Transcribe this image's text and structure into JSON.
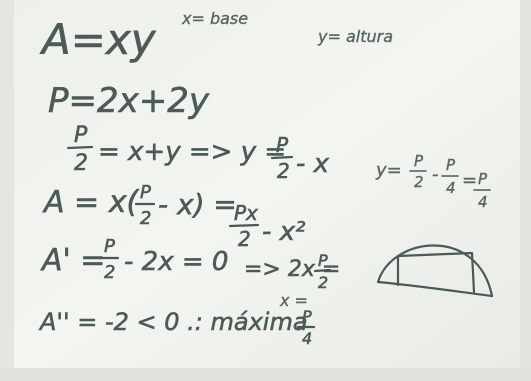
{
  "board": {
    "line1": {
      "eq": "A=xy",
      "note_x": "x= base",
      "note_y": "y= altura"
    },
    "line2": {
      "eq": "P=2x+2y"
    },
    "line3": {
      "num": "P",
      "den": "2",
      "rest": "= x+y => y =",
      "num2": "P",
      "den2": "2",
      "tail": "- x"
    },
    "line4": {
      "lead": "A = x(",
      "num": "P",
      "den": "2",
      "mid": "- x) =",
      "num2": "Px",
      "den2": "2",
      "tail": "- x²"
    },
    "line5": {
      "lead": "A' =",
      "num": "P",
      "den": "2",
      "mid": "- 2x = 0",
      "tail": "=> 2x =",
      "num2": "P",
      "den2": "2"
    },
    "line6": {
      "lead": "A'' = -2 < 0 .: máxima",
      "frac_lead": "x =",
      "num": "P",
      "den": "4"
    },
    "side": {
      "lead": "y=",
      "num": "P",
      "den": "2",
      "mid": "-",
      "num2": "P",
      "den2": "4",
      "eq": "=",
      "num3": "P",
      "den3": "4"
    }
  },
  "colors": {
    "board": "#f1f3ee",
    "chalk": "#4a5a58",
    "frame": "#d9dcd6"
  }
}
